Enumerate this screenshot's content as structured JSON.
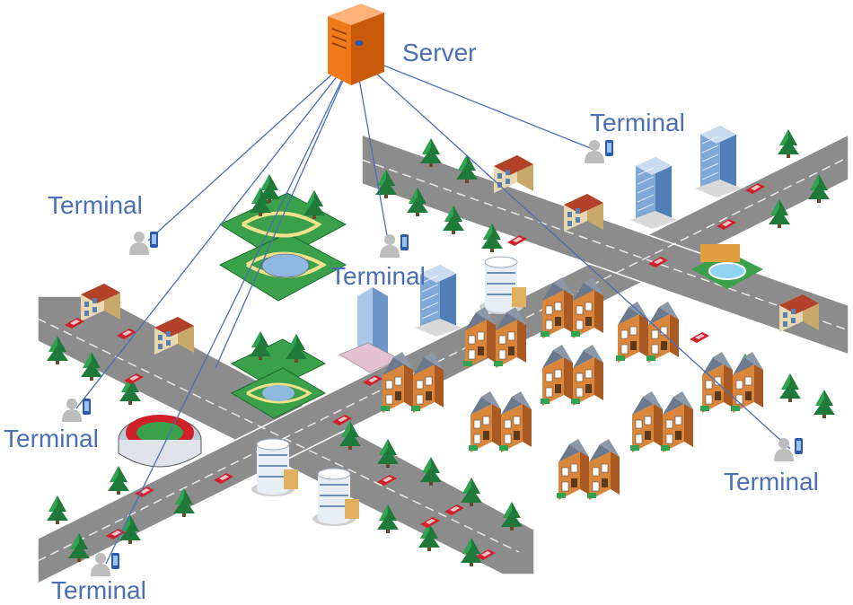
{
  "labels": {
    "server": "Server",
    "terminals": [
      "Terminal",
      "Terminal",
      "Terminal",
      "Terminal",
      "Terminal",
      "Terminal"
    ]
  },
  "colors": {
    "road": "#8c8c8c",
    "road_edge": "#ffffff",
    "link": "#4a6fb5",
    "label": "#4a6fb5",
    "tree": "#1f7a3a",
    "grass": "#3aa14a",
    "server": "#f07a1a",
    "car": "#d0202a",
    "house_wall": "#d9853a",
    "house_roof": "#6b7a8c",
    "tower_glass": "#7fa8d6"
  },
  "icons": [
    "server-icon",
    "terminal-icon",
    "tree-icon",
    "car-icon",
    "house-icon",
    "tower-icon",
    "stadium-icon",
    "park-icon",
    "pool-icon",
    "school-icon"
  ]
}
